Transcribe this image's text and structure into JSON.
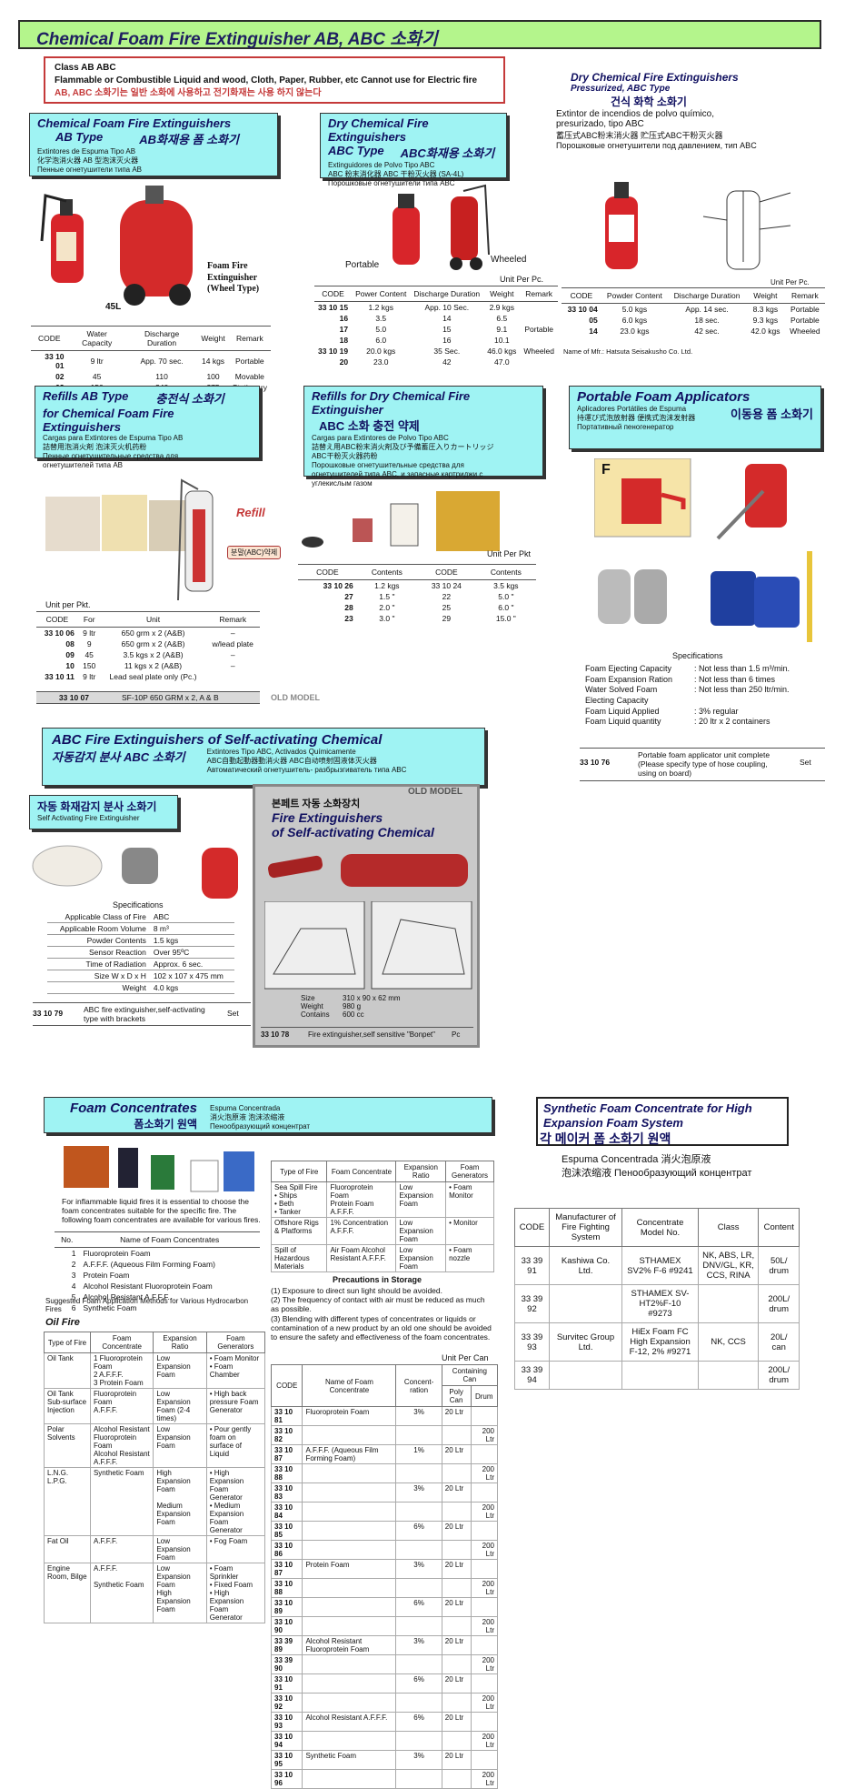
{
  "banner_title": "Chemical Foam Fire Extinguisher AB, ABC 소화기",
  "notice": {
    "line1": "Class AB ABC",
    "line2": "Flammable or Combustible Liquid and  wood, Cloth, Paper, Rubber, etc  Cannot use for Electric fire",
    "line3": "AB, ABC 소화기는 일반 소화에 사용하고 전기화재는 사용 하지 않는다"
  },
  "foam_ab": {
    "title": "Chemical Foam Fire Extinguishers",
    "type": "AB Type",
    "korean": "AB화재용 폼 소화기",
    "es": "Extintores de Espuma Tipo AB",
    "zh": "化学泡消火器 AB 型泡沫灭火器",
    "ru": "Пенные огнетушители типа AB",
    "foam_fire_label": "Foam Fire",
    "extinguisher_label": "Extinguisher",
    "wheel_label": "(Wheel Type)",
    "size_label": "45L",
    "headers": [
      "CODE",
      "Water Capacity",
      "Discharge Duration",
      "Weight",
      "Remark"
    ],
    "rows": [
      [
        "33 10 01",
        "9 ltr",
        "App. 70 sec.",
        "14 kgs",
        "Portable"
      ],
      [
        "02",
        "45",
        "110",
        "100",
        "Movable"
      ],
      [
        "03",
        "150",
        "240",
        "275",
        "Stationary"
      ]
    ]
  },
  "dry_abc": {
    "title": "Dry Chemical Fire Extinguishers",
    "type": "ABC Type",
    "korean": "ABC화재용 소화기",
    "es": "Extinguidores de Polvo Tipo ABC",
    "zh": "ABC 粉末消化器    ABC 干粉灭火器 (SA-4L)",
    "ru": "Порошковые огнетушители типа ABC",
    "portable_label": "Portable",
    "wheeled_label": "Wheeled",
    "unit": "Unit Per Pc.",
    "headers": [
      "CODE",
      "Power Content",
      "Discharge Duration",
      "Weight",
      "Remark"
    ],
    "rows": [
      [
        "33 10 15",
        "1.2 kgs",
        "App. 10  Sec.",
        "2.9 kgs",
        ""
      ],
      [
        "16",
        "3.5",
        "14",
        "6.5",
        ""
      ],
      [
        "17",
        "5.0",
        "15",
        "9.1",
        "Portable"
      ],
      [
        "18",
        "6.0",
        "16",
        "10.1",
        ""
      ],
      [
        "33 10 19",
        "20.0 kgs",
        "35  Sec.",
        "46.0 kgs",
        "Wheeled"
      ],
      [
        "20",
        "23.0",
        "42",
        "47.0",
        ""
      ]
    ]
  },
  "dry_pressurized": {
    "title": "Dry Chemical Fire Extinguishers",
    "sub": "Pressurized, ABC Type",
    "korean": "건식 화학 소화기",
    "es1": "Extintor de incendios de polvo químico,",
    "es2": "presurizado, tipo ABC",
    "zh": "蓄压式ABC粉末消火器    贮压式ABC干粉灭火器",
    "ru": "Порошковые огнетушители под давлением, тип ABC",
    "unit": "Unit Per Pc.",
    "headers": [
      "CODE",
      "Powder Content",
      "Discharge Duration",
      "Weight",
      "Remark"
    ],
    "rows": [
      [
        "33 10 04",
        "5.0 kgs",
        "App. 14 sec.",
        "8.3 kgs",
        "Portable"
      ],
      [
        "05",
        "6.0 kgs",
        "18 sec.",
        "9.3 kgs",
        "Portable"
      ],
      [
        "14",
        "23.0 kgs",
        "42 sec.",
        "42.0 kgs",
        "Wheeled"
      ]
    ],
    "mfr": "Name of Mfr.: Hatsuta Seisakusho Co. Ltd."
  },
  "refills_ab": {
    "title": "Refills AB Type",
    "korean": "충전식 소화기",
    "title2": "for Chemical Foam Fire Extinguishers",
    "es": "Cargas para Extintores de Espuma Tipo AB",
    "zh": "詰替用泡消火剤    泡沫灭火机药粉",
    "ru1": "Пенные огнетушительные средства для",
    "ru2": "огнетушителей типа AB",
    "refill_label": "Refill",
    "refill_tag": "분말(ABC)약제",
    "unit": "Unit per Pkt.",
    "headers": [
      "CODE",
      "For",
      "Unit",
      "Remark"
    ],
    "rows": [
      [
        "33 10 06",
        "9 ltr",
        "650 grm x 2 (A&B)",
        "–"
      ],
      [
        "08",
        "9",
        "650 grm x 2 (A&B)",
        "w/lead plate"
      ],
      [
        "09",
        "45",
        "3.5 kgs  x 2 (A&B)",
        "–"
      ],
      [
        "10",
        "150",
        "11 kgs  x 2 (A&B)",
        "–"
      ],
      [
        "33 10 11",
        "9 ltr",
        "Lead seal plate only (Pc.)",
        ""
      ]
    ],
    "old_row": [
      "33 10 07",
      "SF-10P 650 GRM x 2,  A & B"
    ],
    "old_model": "OLD MODEL"
  },
  "refills_dry": {
    "title": "Refills for Dry Chemical Fire Extinguisher",
    "korean": "ABC 소화 충전 약제",
    "es": "Cargas para Extintores de Polvo Tipo ABC",
    "zh1": "詰替え用ABC粉末消火剤及び予備蓄圧入りカートリッジ",
    "zh2": "ABC干粉灭火器药粉",
    "ru1": "Порошковые огнетушительные средства для",
    "ru2": "огнетушителей типа ABC, и запасные картриджи с",
    "ru3": "углекислым газом",
    "unit": "Unit Per Pkt",
    "headers": [
      "CODE",
      "Contents",
      "CODE",
      "Contents"
    ],
    "rows": [
      [
        "33 10 26",
        "1.2 kgs",
        "33 10 24",
        "3.5 kgs"
      ],
      [
        "27",
        "1.5  \"",
        "22",
        "5.0  \""
      ],
      [
        "28",
        "2.0  \"",
        "25",
        "6.0  \""
      ],
      [
        "23",
        "3.0  \"",
        "29",
        "15.0  \""
      ]
    ]
  },
  "applicators": {
    "title": "Portable Foam Applicators",
    "es": "Aplicadores Portátiles de Espuma",
    "zh": "持運び式泡放射器    便携式泡沫发射器",
    "ru": "Портативный пеногенератор",
    "korean": "이동용 폼 소화기",
    "sign_letter": "F",
    "spec_title": "Specifications",
    "specs": [
      [
        "Foam Ejecting Capacity",
        ": Not less than 1.5 m³/min."
      ],
      [
        "Foam Expansion Ration",
        ": Not less than 6 times"
      ],
      [
        "Water Solved Foam",
        ": Not less than 250 ltr/min."
      ],
      [
        "   Electing Capacity",
        ""
      ],
      [
        "Foam Liquid Applied",
        ": 3% regular"
      ],
      [
        "Foam Liquid quantity",
        ": 20 ltr x 2 containers"
      ]
    ],
    "code": "33 10 76",
    "desc1": "Portable foam applicator unit complete",
    "desc2": "(Please specify type of  hose coupling,",
    "desc3": "using on board)",
    "unit": "Set"
  },
  "self_activating": {
    "title": "ABC Fire Extinguishers  of Self-activating Chemical",
    "korean": "자동감지 분사 ABC 소화기",
    "es": "Extintores Tipo ABC, Activados Químicamente",
    "zh": "ABC自動起動器動消火器    ABC自动喷射固液体灭火器",
    "ru": "Автоматический огнетушитель- разбрызгиватель типа ABC"
  },
  "auto_ext": {
    "korean": "자동 화재감지 분사 소화기",
    "en": "Self Activating Fire Extinguisher",
    "spec_title": "Specifications",
    "specs": [
      [
        "Applicable Class of Fire",
        "ABC"
      ],
      [
        "Applicable Room Volume",
        "8 m³"
      ],
      [
        "Powder Contents",
        "1.5 kgs"
      ],
      [
        "Sensor Reaction",
        "Over 95ºC"
      ],
      [
        "Time of Radiation",
        "Approx. 6 sec."
      ],
      [
        "Size W x D x H",
        "102 x 107 x 475 mm"
      ],
      [
        "Weight",
        "4.0 kgs"
      ]
    ],
    "code": "33 10 79",
    "desc1": "ABC fire extinguisher,self-activating",
    "desc2": "type with brackets",
    "unit": "Set"
  },
  "bonpet": {
    "korean": "본페트 자동 소화장치",
    "title1": "Fire Extinguishers",
    "title2": "of Self-activating Chemical",
    "old_model": "OLD MODEL",
    "specs": [
      [
        "Size",
        "310 x 90 x 62 mm"
      ],
      [
        "Weight",
        "980 g"
      ],
      [
        "Contains",
        "600 cc"
      ]
    ],
    "code": "33 10 78",
    "desc": "Fire extinguisher,self sensitive \"Bonpet\"",
    "unit": "Pc"
  },
  "foam_conc": {
    "title": "Foam Concentrates",
    "korean": "폼소화기 원액",
    "es": "Espuma Concentrada",
    "zh": "消火泡原液    泡沫浓缩液",
    "ru": "Пенообразующий концентрат",
    "intro": "For inflammable liquid fires it is essential to choose the foam concentrates suitable for the specific fire. The following foam concentrates are available for various fires.",
    "name_headers": [
      "No.",
      "Name of Foam Concentrates"
    ],
    "names": [
      [
        "1",
        "Fluoroprotein Foam"
      ],
      [
        "2",
        "A.F.F.F. (Aqueous Film Forming Foam)"
      ],
      [
        "3",
        "Protein Foam"
      ],
      [
        "4",
        "Alcohol Resistant Fluoroprotein Foam"
      ],
      [
        "5",
        "Alcohol Resistant A.F.F.F."
      ],
      [
        "6",
        "Synthetic Foam"
      ]
    ],
    "suggest": "Suggested Foam Application Methods for Various Hydrocarbon Fires",
    "oil_title": "Oil Fire",
    "oil_headers": [
      "Type of Fire",
      "Foam Concentrate",
      "Expansion Ratio",
      "Foam Generators"
    ],
    "oil_rows": [
      [
        "Oil Tank",
        "1 Fluoroprotein Foam\n2 A.F.F.F.\n3 Protein Foam",
        "Low Expansion Foam",
        "• Foam Monitor\n• Foam Chamber"
      ],
      [
        "Oil Tank Sub-surface Injection",
        "Fluoroprotein Foam\nA.F.F.F.",
        "Low Expansion Foam (2-4 times)",
        "• High back pressure Foam Generator"
      ],
      [
        "Polar Solvents",
        "Alcohol Resistant Fluoroprotein Foam\nAlcohol Resistant A.F.F.F.",
        "Low Expansion Foam",
        "• Pour gently foam on surface of Liquid"
      ],
      [
        "L.N.G.\nL.P.G.",
        "Synthetic Foam",
        "High Expansion Foam\n\nMedium Expansion Foam",
        "• High Expansion Foam Generator\n• Medium Expansion Foam Generator"
      ],
      [
        "Fat Oil",
        "A.F.F.F.",
        "Low Expansion Foam",
        "• Fog Foam"
      ],
      [
        "Engine Room, Bilge",
        "A.F.F.F.\n\nSynthetic Foam",
        "Low Expansion Foam\nHigh Expansion Foam",
        "• Foam Sprinkler\n• Fixed Foam\n• High Expansion Foam Generator"
      ]
    ],
    "ship_headers": [
      "Type of Fire",
      "Foam Concentrate",
      "Expansion Ratio",
      "Foam Generators"
    ],
    "ship_rows": [
      [
        "Sea Spill Fire\n• Ships\n• Beth\n• Tanker",
        "Fluoroprotein Foam\nProtein Foam\nA.F.F.F.",
        "Low Expansion Foam",
        "• Foam Monitor"
      ],
      [
        "Offshore Rigs & Platforms",
        "1% Concentration A.F.F.F.",
        "Low Expansion Foam",
        "• Monitor"
      ],
      [
        "Spill of Hazardous Materials",
        "Air Foam Alcohol Resistant A.F.F.F.",
        "Low Expansion Foam",
        "• Foam nozzle"
      ]
    ],
    "precautions_title": "Precautions in Storage",
    "precautions": [
      "(1)  Exposure to direct sun light should be avoided.",
      "(2)  The frequency of contact with air must be reduced as much as possible.",
      "(3)  Blending with different types of concentrates or liquids or contamination of a new product by an old one should be avoided to ensure the safety and effectiveness of the foam concentrates."
    ],
    "unit": "Unit Per Can",
    "code_headers": [
      "CODE",
      "Name of Foam Concentrate",
      "Concent-ration",
      "Containing Can",
      "Poly Can",
      "Drum"
    ],
    "code_rows": [
      [
        "33 10 81",
        "Fluoroprotein Foam",
        "3%",
        "20 Ltr",
        ""
      ],
      [
        "33 10 82",
        "",
        "",
        "",
        "200 Ltr"
      ],
      [
        "33 10 87",
        "A.F.F.F. (Aqueous Film Forming Foam)",
        "1%",
        "20 Ltr",
        ""
      ],
      [
        "33 10 88",
        "",
        "",
        "",
        "200 Ltr"
      ],
      [
        "33 10 83",
        "",
        "3%",
        "20 Ltr",
        ""
      ],
      [
        "33 10 84",
        "",
        "",
        "",
        "200 Ltr"
      ],
      [
        "33 10 85",
        "",
        "6%",
        "20 Ltr",
        ""
      ],
      [
        "33 10 86",
        "",
        "",
        "",
        "200 Ltr"
      ],
      [
        "33 10 87",
        "Protein Foam",
        "3%",
        "20 Ltr",
        ""
      ],
      [
        "33 10 88",
        "",
        "",
        "",
        "200 Ltr"
      ],
      [
        "33 10 89",
        "",
        "6%",
        "20 Ltr",
        ""
      ],
      [
        "33 10 90",
        "",
        "",
        "",
        "200 Ltr"
      ],
      [
        "33 39 89",
        "Alcohol Resistant Fluoroprotein Foam",
        "3%",
        "20 Ltr",
        ""
      ],
      [
        "33 39 90",
        "",
        "",
        "",
        "200 Ltr"
      ],
      [
        "33 10 91",
        "",
        "6%",
        "20 Ltr",
        ""
      ],
      [
        "33 10 92",
        "",
        "",
        "",
        "200 Ltr"
      ],
      [
        "33 10 93",
        "Alcohol Resistant A.F.F.F.",
        "6%",
        "20 Ltr",
        ""
      ],
      [
        "33 10 94",
        "",
        "",
        "",
        "200 Ltr"
      ],
      [
        "33 10 95",
        "Synthetic Foam",
        "3%",
        "20 Ltr",
        ""
      ],
      [
        "33 10 96",
        "",
        "",
        "",
        "200 Ltr"
      ]
    ]
  },
  "synthetic": {
    "title1": "Synthetic Foam Concentrate for High",
    "title2": "Expansion Foam System",
    "korean": "각 메이커 폼 소화기 원액",
    "es": "Espuma Concentrada    消火泡原液",
    "zh_ru": "泡沫浓缩液    Пенообразующий концентрат",
    "headers": [
      "CODE",
      "Manufacturer of Fire Fighting System",
      "Concentrate Model No.",
      "Class",
      "Content"
    ],
    "rows": [
      [
        "33 39 91",
        "Kashiwa Co. Ltd.",
        "STHAMEX SV2% F-6 #9241",
        "NK, ABS, LR, DNV/GL, KR, CCS, RINA",
        "50L/ drum"
      ],
      [
        "33 39 92",
        "",
        "STHAMEX SV-HT2%F-10 #9273",
        "",
        "200L/ drum"
      ],
      [
        "33 39 93",
        "Survitec Group Ltd.",
        "HiEx Foam FC High Expansion F-12, 2% #9271",
        "NK, CCS",
        "20L/ can"
      ],
      [
        "33 39 94",
        "",
        "",
        "",
        "200L/ drum"
      ]
    ]
  },
  "colors": {
    "banner": "#b4f58c",
    "cyan": "#9ff3f3",
    "red": "#c53a3a",
    "title": "#101060"
  }
}
